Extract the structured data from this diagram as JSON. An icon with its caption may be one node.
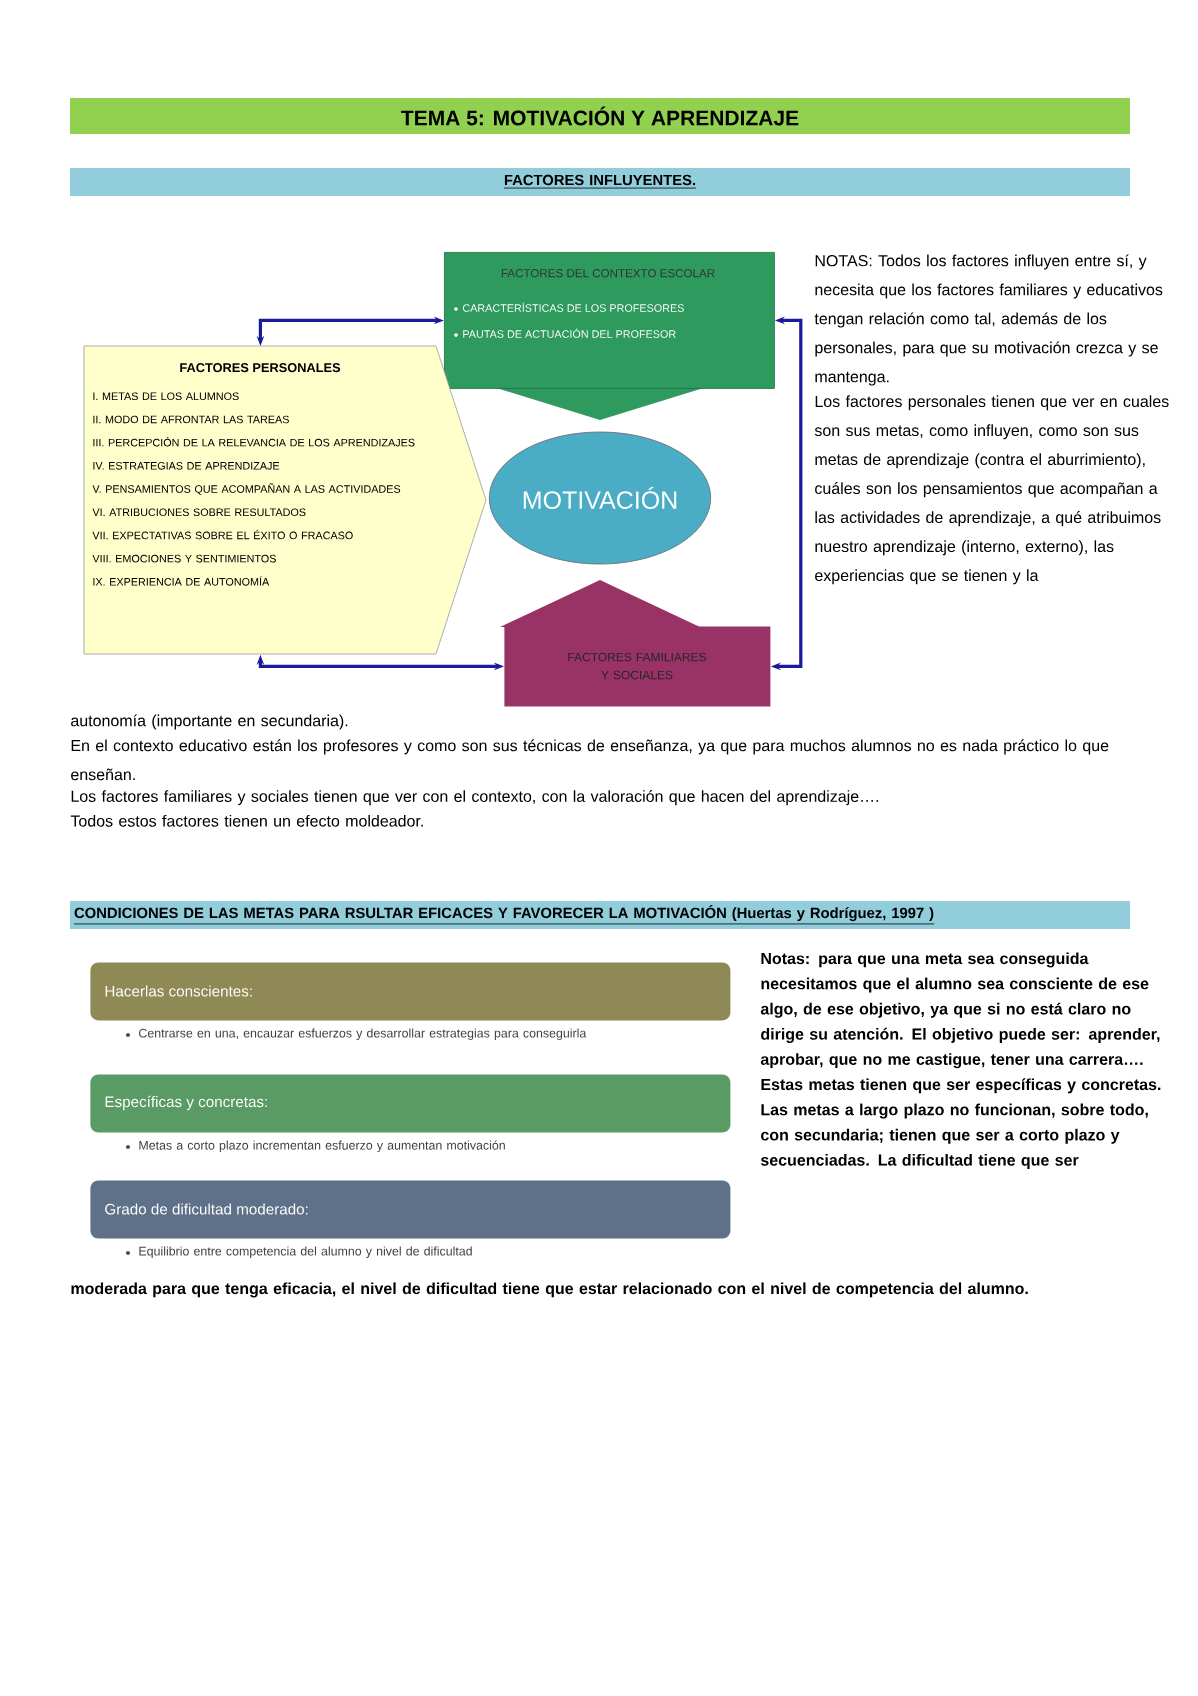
{
  "diagram": {
    "title": "TEMA 5: MOTIVACIÓN Y APRENDIZAJE",
    "nodes": [
      {
        "text": [
          "FACTORES INFLUYENTES."
        ]
      },
      {
        "text": [
          "FACTORES DEL CONTEXTO ESCOLAR",
          "CARACTERÍSTICAS DE LOS PROFESORES",
          "PAUTAS DE ACTUACIÓN DEL PROFESOR"
        ]
      },
      {
        "text": [
          "FACTORES PERSONALES",
          "I. METAS DE LOS ALUMNOS",
          "II. MODO DE AFRONTAR LAS TAREAS",
          "III. PERCEPCIÓN DE LA RELEVANCIA DE LOS APRENDIZAJES",
          "IV. ESTRATEGIAS DE APRENDIZAJE",
          "V. PENSAMIENTOS QUE ACOMPAÑAN A LAS ACTIVIDADES",
          "VI. ATRIBUCIONES SOBRE RESULTADOS",
          "VII. EXPECTATIVAS SOBRE EL ÉXITO O FRACASO",
          "VIII. EMOCIONES Y SENTIMIENTOS",
          "IX. EXPERIENCIA DE AUTONOMÍA"
        ]
      },
      {
        "text": [
          "MOTIVACIÓN"
        ]
      },
      {
        "text": [
          "FACTORES FAMILIARES Y SOCIALES"
        ]
      },
      {
        "text": [
          "CONDICIONES DE LAS METAS PARA RSULTAR EFICACES Y FAVORECER LA MOTIVACIÓN (Huertas y Rodríguez, 1997 )"
        ]
      },
      {
        "text": [
          "Hacerlas conscientes:"
        ],
        "beside": [
          "Centrarse en una, encauzar esfuerzos y desarrollar estrategias para conseguirla"
        ]
      },
      {
        "text": [
          "Específicas y concretas:"
        ],
        "beside": [
          "Metas a corto plazo incrementan esfuerzo y aumentan motivación"
        ]
      },
      {
        "text": [
          "Grado de dificultad moderado:"
        ],
        "beside": [
          "Equilibrio entre competencia del alumno y nivel de dificultad"
        ]
      }
    ],
    "edges": [
      {
        "from": 2,
        "to": 1,
        "arrow": "both"
      },
      {
        "from": 1,
        "to": 4,
        "arrow": "both"
      },
      {
        "from": 2,
        "to": 4,
        "arrow": "both"
      }
    ],
    "labels": [
      "NOTAS: Todos los factores influyen entre sí, y necesita que los factores familiares y educativos tengan relación como tal, además de los personales, para que su motivación crezca y se mantenga.",
      "Los factores personales tienen que ver en cuales son sus metas, como influyen, como son sus metas de aprendizaje (contra el aburrimiento), cuáles son los pensamientos que acompañan a las actividades de aprendizaje, a qué atribuimos nuestro aprendizaje (interno, externo), las experiencias que se tienen y la",
      "autonomía (importante en secundaria).",
      "En el contexto educativo están los profesores y como son sus técnicas de enseñanza, ya que para muchos alumnos no es nada práctico lo que enseñan.",
      "Los factores familiares y sociales tienen que ver con el contexto, con la valoración que hacen del aprendizaje….",
      "Todos estos factores tienen un efecto moldeador.",
      "Notas: para que una meta sea conseguida necesitamos que el alumno sea consciente de ese algo, de ese objetivo, ya que si no está claro no dirige su atención. El objetivo puede ser: aprender, aprobar, que no me castigue, tener una carrera…. Estas metas tienen que ser específicas y concretas. Las metas a largo plazo no funcionan, sobre todo, con secundaria; tienen que ser a corto plazo y secuenciadas. La dificultad tiene que ser",
      "moderada para que tenga eficacia, el nivel de dificultad tiene que estar relacionado con el nivel de competencia del alumno."
    ]
  }
}
